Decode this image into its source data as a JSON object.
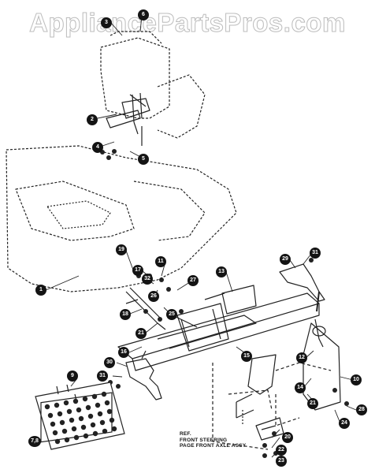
{
  "watermark": "AppliancePartsPros.com",
  "reference_note": {
    "line1": "REF.",
    "line2": "FRONT STEERING",
    "line3": "PAGE FRONT AXLE ASSY"
  },
  "callouts": [
    "6",
    "3",
    "2",
    "4",
    "5",
    "1",
    "19",
    "11",
    "17",
    "32",
    "26",
    "27",
    "13",
    "29",
    "31",
    "18",
    "25",
    "21",
    "16",
    "30",
    "31",
    "12",
    "14",
    "10",
    "9",
    "7,8",
    "21",
    "28",
    "24",
    "15",
    "22",
    "20",
    "23"
  ]
}
